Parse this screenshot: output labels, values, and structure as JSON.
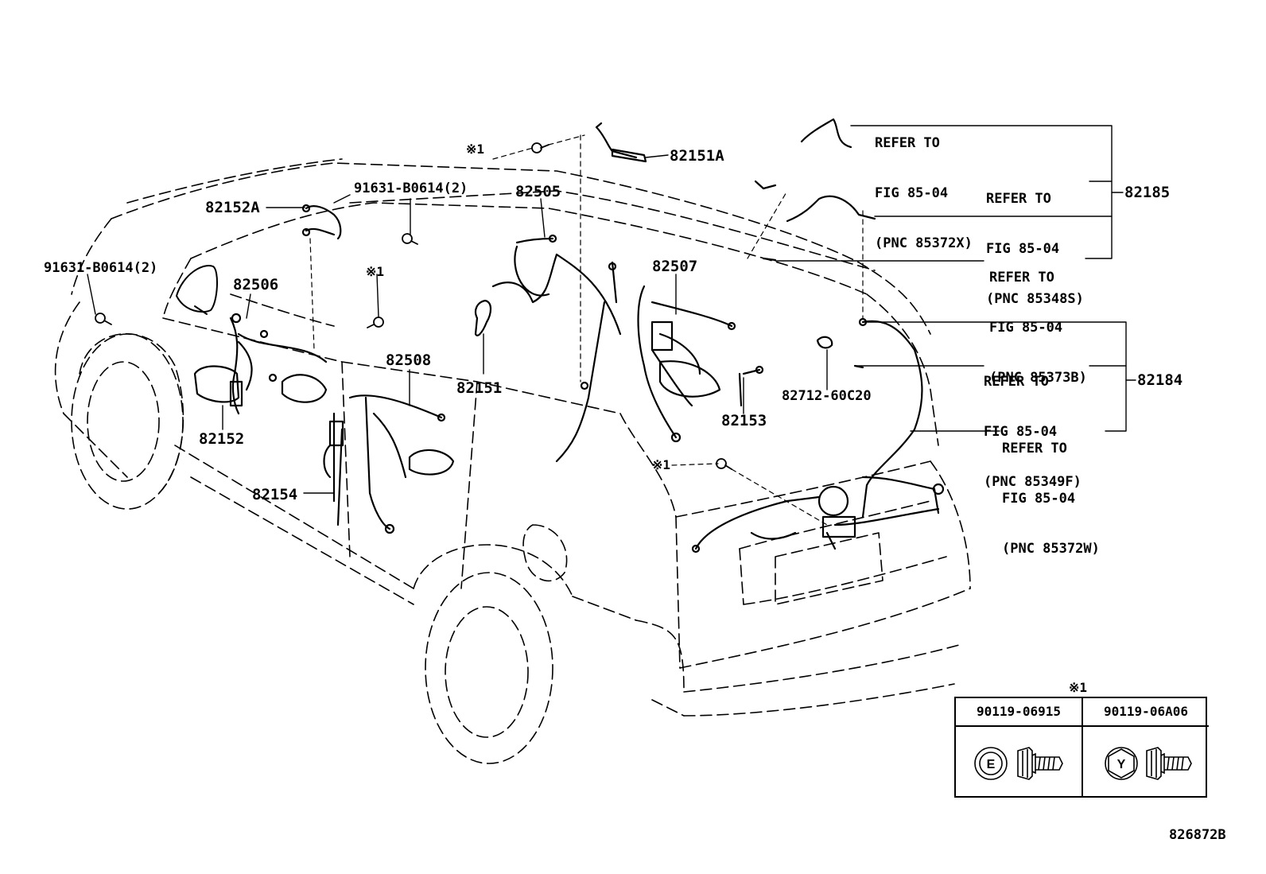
{
  "diagram": {
    "part_labels": {
      "p82152A": "82152A",
      "p91631_top": "91631-B0614(2)",
      "p91631_left": "91631-B0614(2)",
      "p82505": "82505",
      "p82151A": "82151A",
      "p82506": "82506",
      "p82507": "82507",
      "p82508": "82508",
      "p82151": "82151",
      "p82152": "82152",
      "p82154": "82154",
      "p82153": "82153",
      "p82712": "82712-60C20",
      "p82185": "82185",
      "p82184": "82184"
    },
    "asterisk_marks": {
      "m1": "※1",
      "m2": "※1",
      "m3": "※1",
      "m4": "※1"
    },
    "refer_notes": [
      {
        "line1": "REFER TO",
        "line2": "FIG 85-04",
        "line3": "(PNC 85372X)"
      },
      {
        "line1": "REFER TO",
        "line2": "FIG 85-04",
        "line3": "(PNC 85348S)"
      },
      {
        "line1": "REFER TO",
        "line2": "FIG 85-04",
        "line3": "(PNC 85373B)"
      },
      {
        "line1": "REFER TO",
        "line2": "FIG 85-04",
        "line3": "(PNC 85349F)"
      },
      {
        "line1": "REFER TO",
        "line2": "FIG 85-04",
        "line3": "(PNC 85372W)"
      }
    ],
    "legend": {
      "title": "※1",
      "columns": [
        {
          "part_number": "90119-06915",
          "head_mark": "E"
        },
        {
          "part_number": "90119-06A06",
          "head_mark": "Y"
        }
      ]
    },
    "figure_number": "826872B"
  }
}
